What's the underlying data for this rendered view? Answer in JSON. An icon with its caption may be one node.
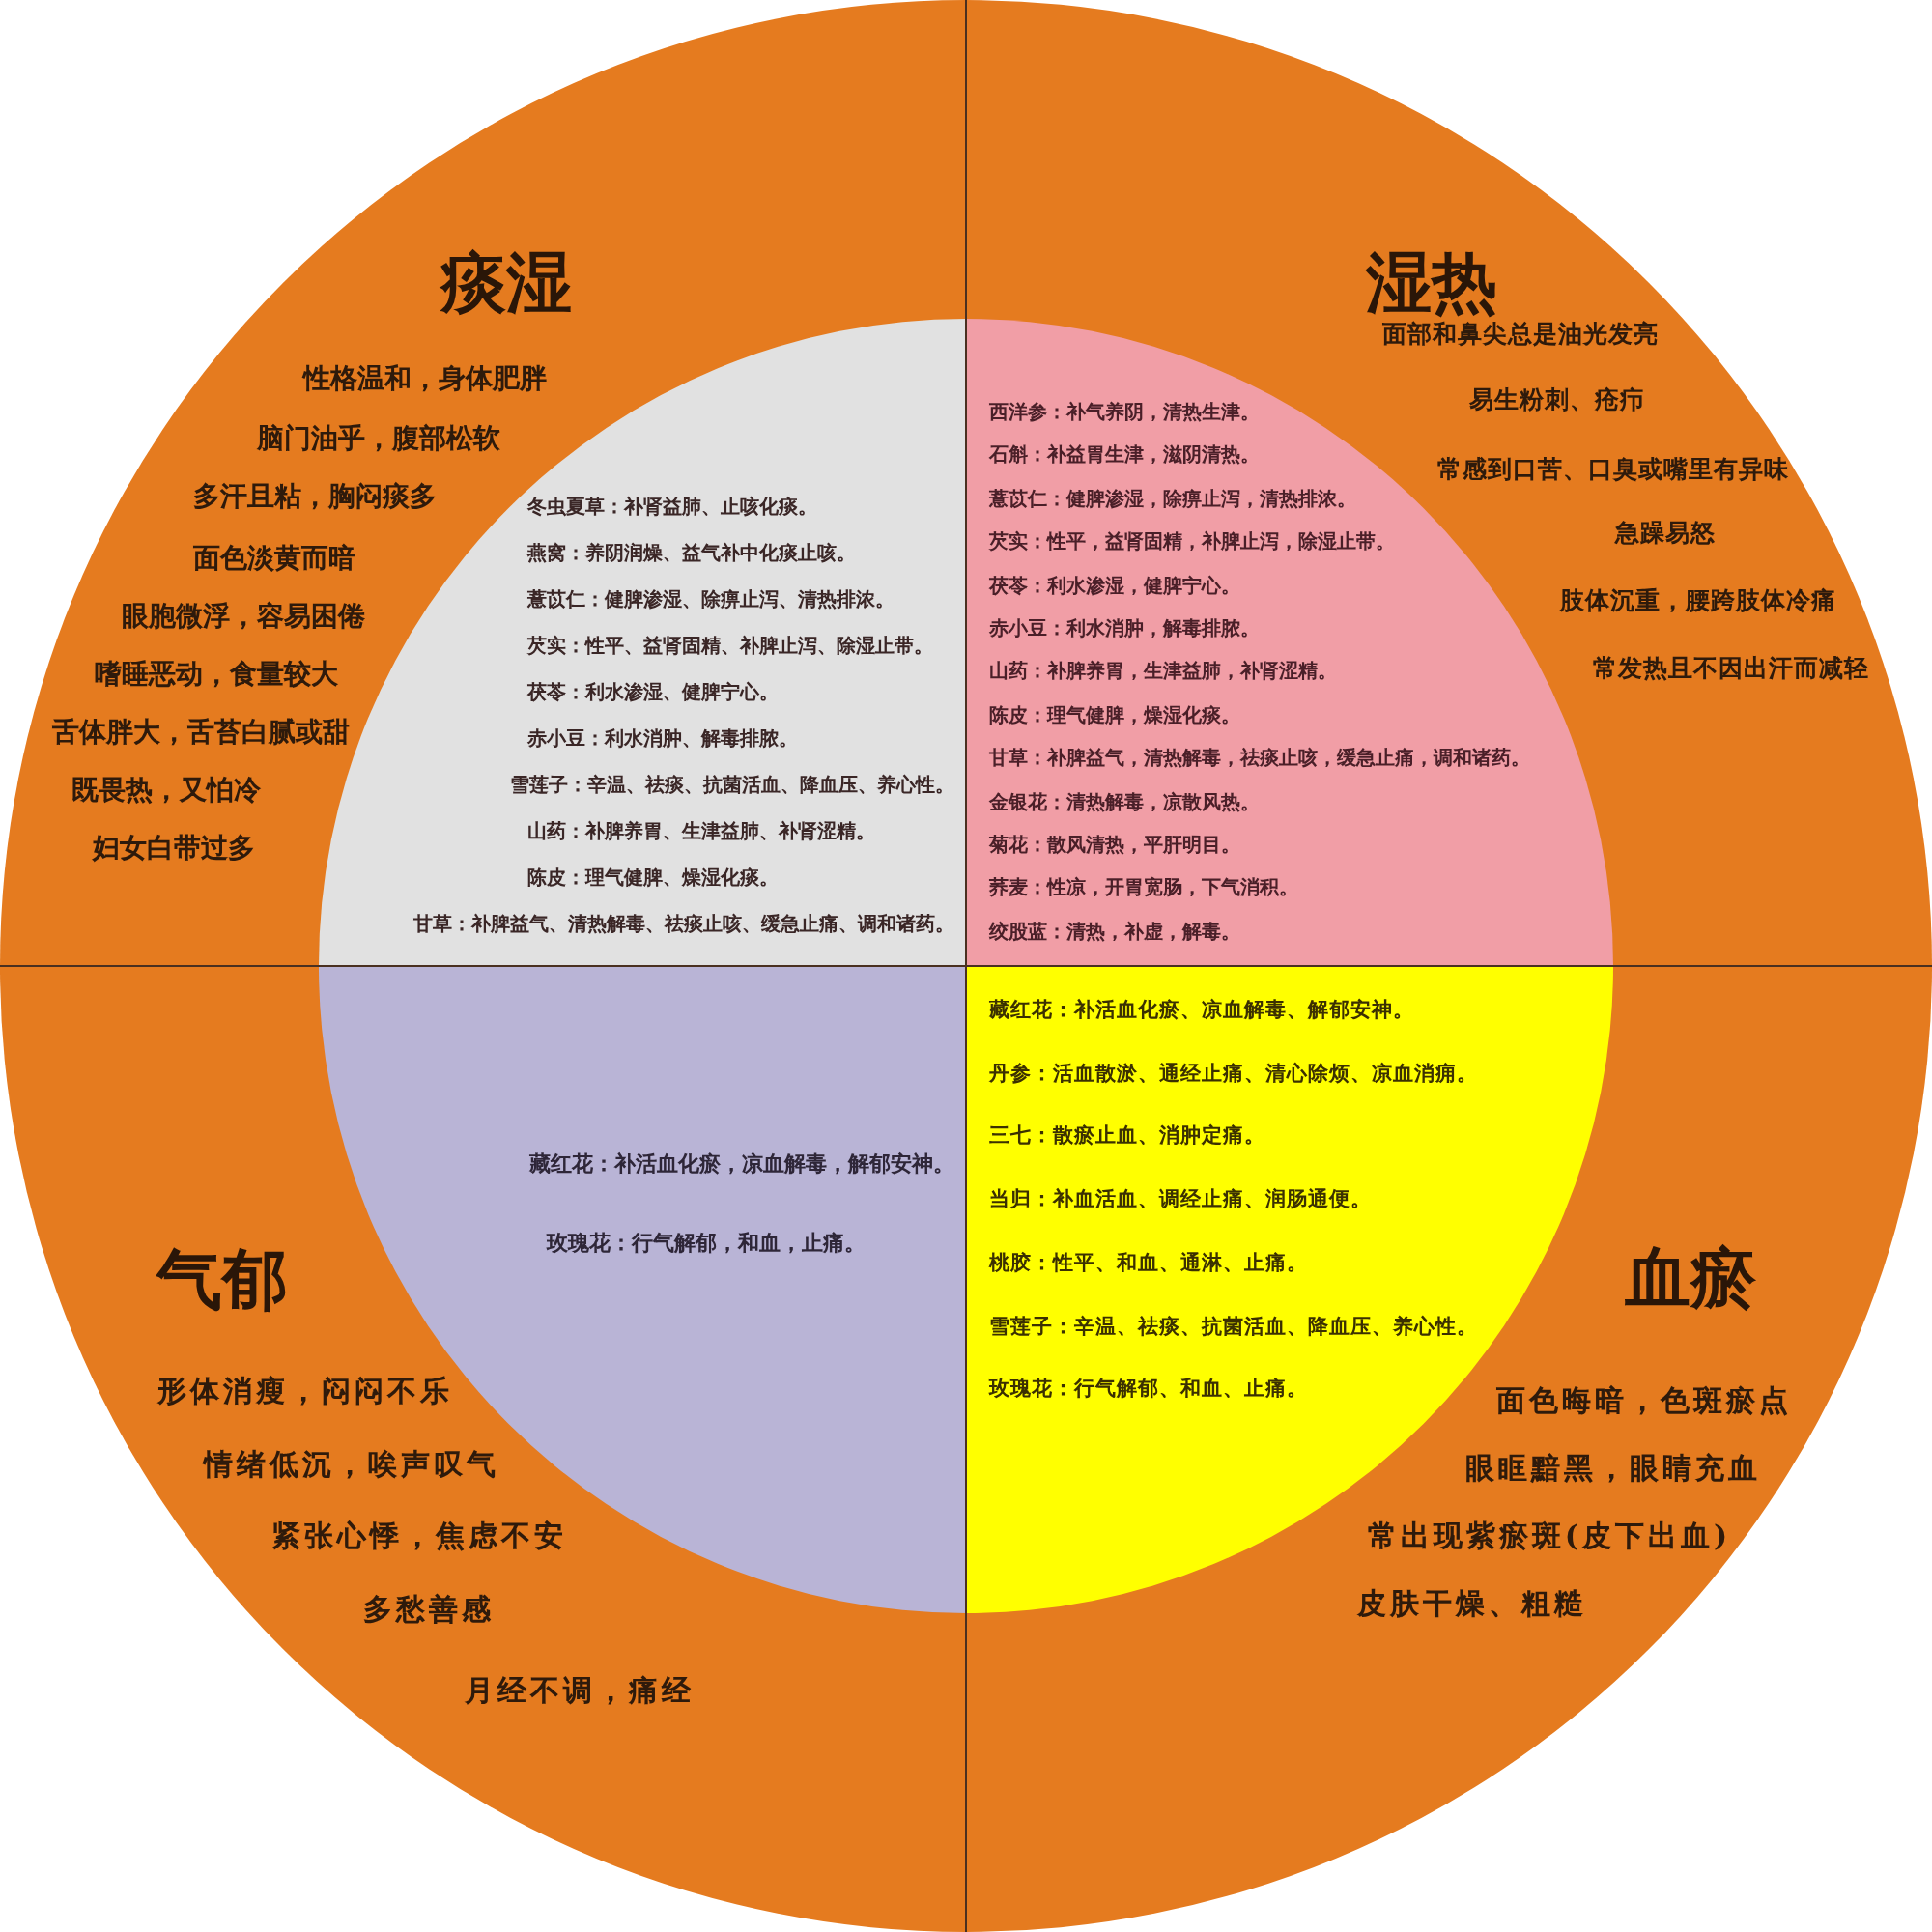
{
  "diagram": {
    "nodes": [
      {
        "text": [
          "痰湿",
          "性格温和，身体肥胖",
          "脑门油乎，腹部松软",
          "多汗且粘，胸闷痰多",
          "面色淡黄而暗",
          "眼胞微浮，容易困倦",
          "嗜睡恶动，食量较大",
          "舌体胖大，舌苔白腻或甜",
          "既畏热，又怕冷",
          "妇女白带过多"
        ]
      },
      {
        "text": [
          "冬虫夏草：补肾益肺、止咳化痰。",
          "燕窝：养阴润燥、益气补中化痰止咳。",
          "薏苡仁：健脾渗湿、除痹止泻、清热排浓。",
          "芡实：性平、益肾固精、补脾止泻、除湿止带。",
          "茯苓：利水渗湿、健脾宁心。",
          "赤小豆：利水消肿、解毒排脓。",
          "雪莲子：辛温、祛痰、抗菌活血、降血压、养心性。",
          "山药：补脾养胃、生津益肺、补肾涩精。",
          "陈皮：理气健脾、燥湿化痰。",
          "甘草：补脾益气、清热解毒、祛痰止咳、缓急止痛、调和诸药。"
        ],
        "in": 0
      },
      {
        "text": [
          "湿热",
          "面部和鼻尖总是油光发亮",
          "易生粉刺、疮疖",
          "常感到口苦、口臭或嘴里有异味",
          "急躁易怒",
          "肢体沉重，腰跨肢体冷痛",
          "常发热且不因出汗而减轻"
        ]
      },
      {
        "text": [
          "西洋参：补气养阴，清热生津。",
          "石斛：补益胃生津，滋阴清热。",
          "薏苡仁：健脾渗湿，除痹止泻，清热排浓。",
          "芡实：性平，益肾固精，补脾止泻，除湿止带。",
          "茯苓：利水渗湿，健脾宁心。",
          "赤小豆：利水消肿，解毒排脓。",
          "山药：补脾养胃，生津益肺，补肾涩精。",
          "陈皮：理气健脾，燥湿化痰。",
          "甘草：补脾益气，清热解毒，祛痰止咳，缓急止痛，调和诸药。",
          "金银花：清热解毒，凉散风热。",
          "菊花：散风清热，平肝明目。",
          "荞麦：性凉，开胃宽肠，下气消积。",
          "绞股蓝：清热，补虚，解毒。"
        ],
        "in": 2
      },
      {
        "text": [
          "气郁",
          "形体消瘦，闷闷不乐",
          "情绪低沉，唉声叹气",
          "紧张心悸，焦虑不安",
          "多愁善感",
          "月经不调，痛经"
        ]
      },
      {
        "text": [
          "藏红花：补活血化瘀，凉血解毒，解郁安神。",
          "玫瑰花：行气解郁，和血，止痛。"
        ],
        "in": 4
      },
      {
        "text": [
          "血瘀",
          "面色晦暗，色斑瘀点",
          "眼眶黯黑，眼睛充血",
          "常出现紫瘀斑(皮下出血)",
          "皮肤干燥、粗糙"
        ]
      },
      {
        "text": [
          "藏红花：补活血化瘀、凉血解毒、解郁安神。",
          "丹参：活血散淤、通经止痛、清心除烦、凉血消痈。",
          "三七：散瘀止血、消肿定痛。",
          "当归：补血活血、调经止痛、润肠通便。",
          "桃胶：性平、和血、通淋、止痛。",
          "雪莲子：辛温、祛痰、抗菌活血、降血压、养心性。",
          "玫瑰花：行气解郁、和血、止痛。"
        ],
        "in": 6
      }
    ]
  }
}
